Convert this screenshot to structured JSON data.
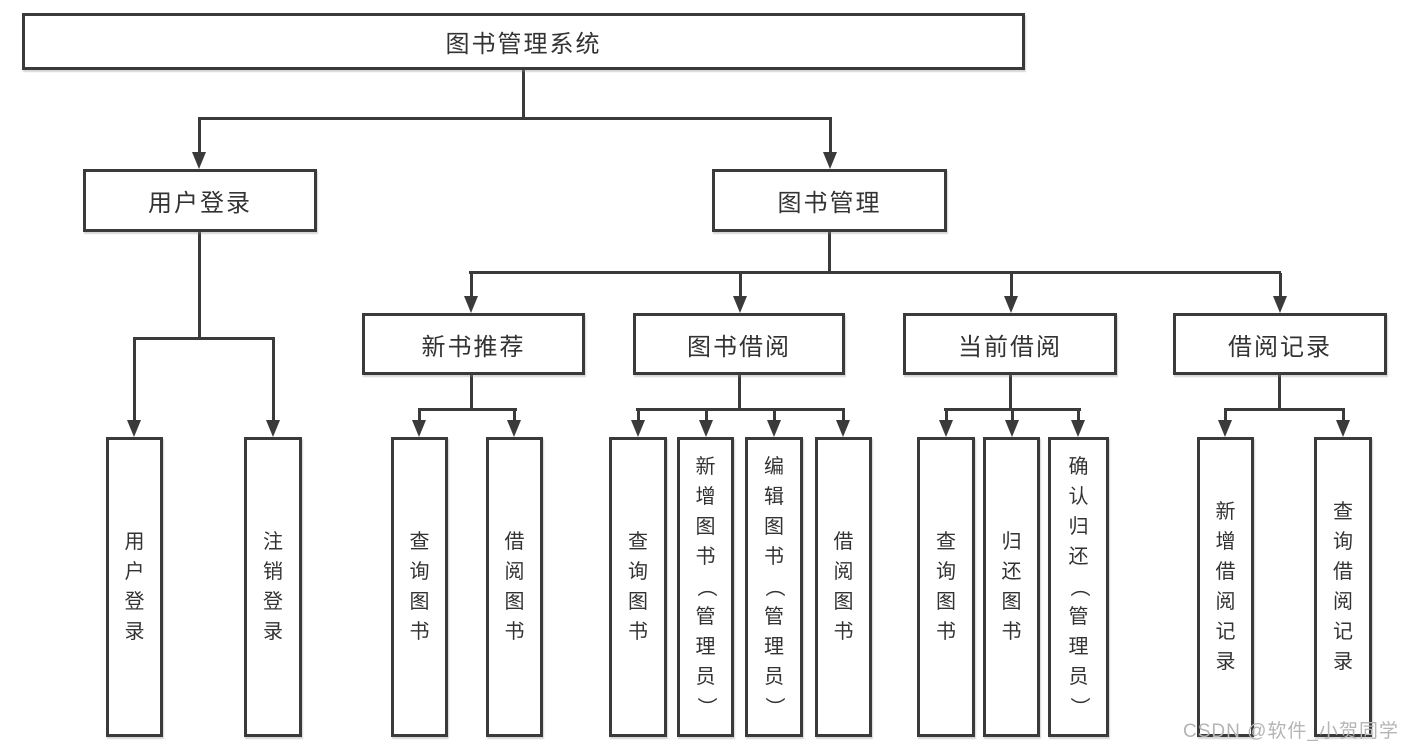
{
  "title": "图书管理系统",
  "level2": [
    {
      "label": "用户登录"
    },
    {
      "label": "图书管理"
    }
  ],
  "level3": [
    {
      "label": "新书推荐"
    },
    {
      "label": "图书借阅"
    },
    {
      "label": "当前借阅"
    },
    {
      "label": "借阅记录"
    }
  ],
  "leaves": {
    "user": [
      "用户登录",
      "注销登录"
    ],
    "recommend": [
      "查询图书",
      "借阅图书"
    ],
    "borrow": [
      "查询图书",
      "新增图书（管理员）",
      "编辑图书（管理员）",
      "借阅图书"
    ],
    "current": [
      "查询图书",
      "归还图书",
      "确认归还（管理员）"
    ],
    "records": [
      "新增借阅记录",
      "查询借阅记录"
    ]
  },
  "watermark": "CSDN @软件_小贺同学",
  "colors": {
    "line": "#3a3a3a",
    "border": "#3a3a3a",
    "text": "#333333",
    "background": "#ffffff",
    "watermark": "#b5b5b5"
  }
}
